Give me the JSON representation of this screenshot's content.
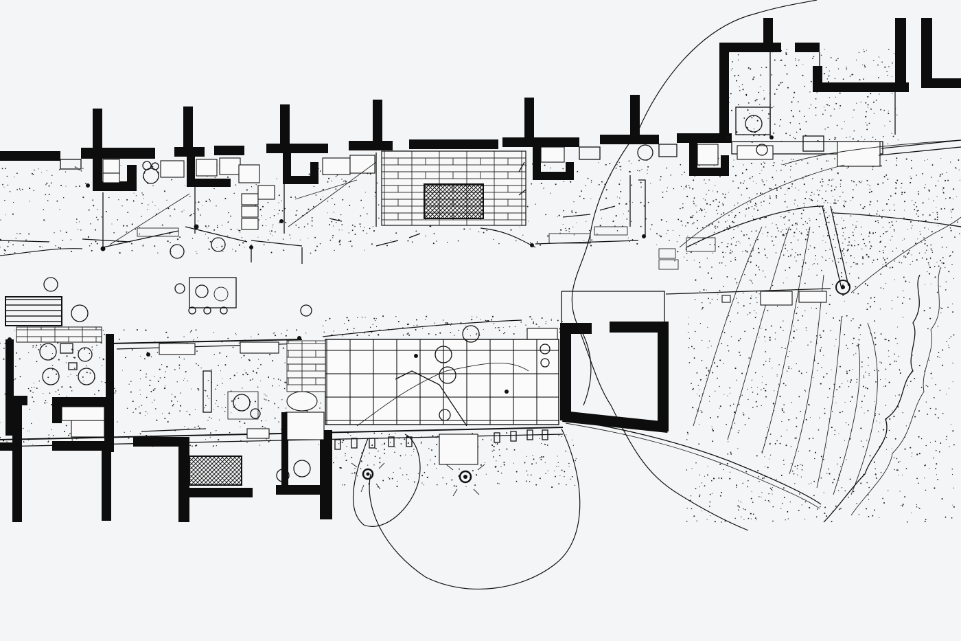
{
  "colors": {
    "paper": "#f4f5f6",
    "ink": "#0d0d0d"
  },
  "drawing": {
    "kind": "architectural site plan",
    "style": "black ink on white paper",
    "upper_row_courtyards": 9,
    "lower_row_courtyards": 6,
    "trees": 2,
    "well_markers": 1
  }
}
